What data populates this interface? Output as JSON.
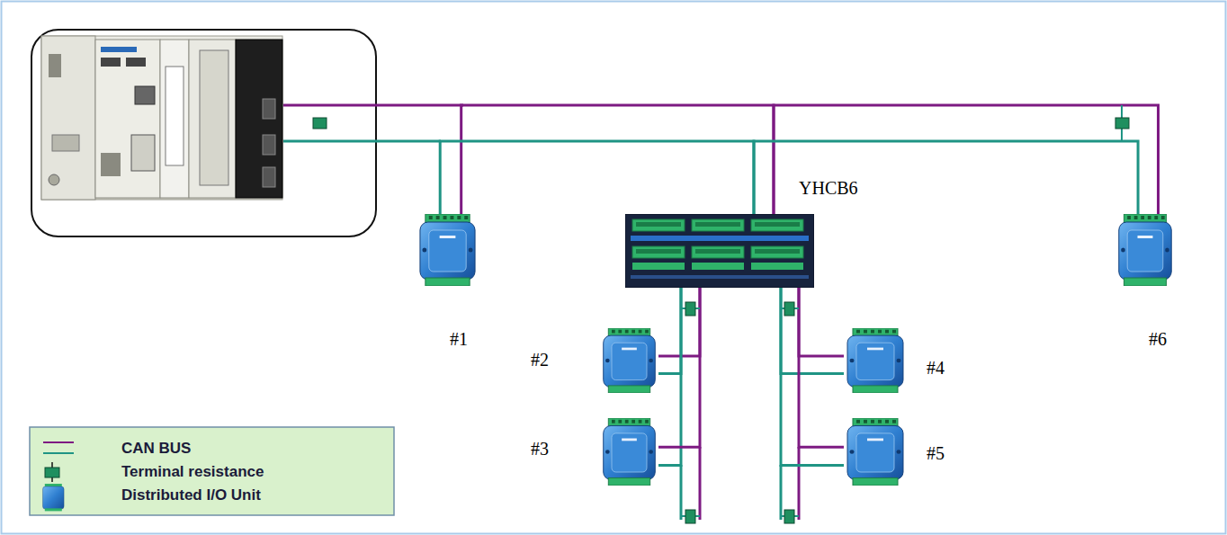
{
  "diagram": {
    "nodes": [
      {
        "text": [
          "YHCB6"
        ]
      },
      {
        "text": [
          "#1"
        ]
      },
      {
        "text": [
          "#2"
        ]
      },
      {
        "text": [
          "#3"
        ]
      },
      {
        "text": [
          "#4"
        ]
      },
      {
        "text": [
          "#5"
        ]
      },
      {
        "text": [
          "#6"
        ]
      }
    ],
    "edges": [
      {
        "from": 1,
        "to": 0,
        "arrow": "none"
      },
      {
        "from": 0,
        "to": 6,
        "arrow": "none"
      },
      {
        "from": 0,
        "to": 2,
        "arrow": "none"
      },
      {
        "from": 0,
        "to": 3,
        "arrow": "none"
      },
      {
        "from": 0,
        "to": 4,
        "arrow": "none"
      },
      {
        "from": 0,
        "to": 5,
        "arrow": "none"
      }
    ],
    "legend": [
      {
        "text": "CAN BUS"
      },
      {
        "text": "Terminal resistance"
      },
      {
        "text": "Distributed I/O Unit"
      }
    ]
  }
}
